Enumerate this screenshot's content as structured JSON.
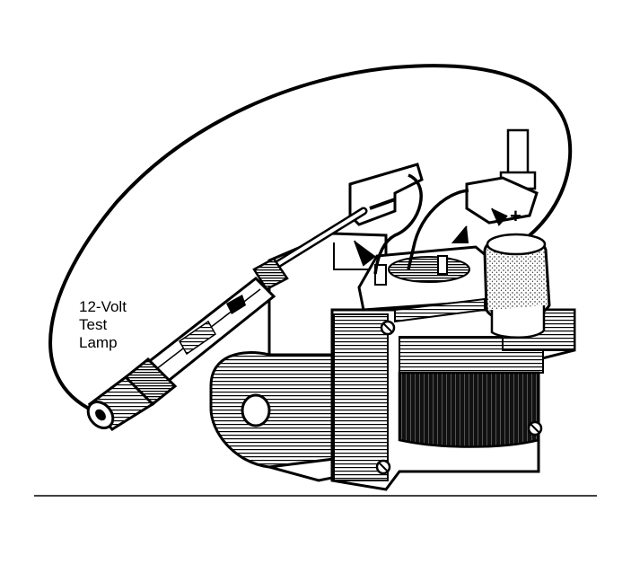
{
  "figure": {
    "callout": {
      "lines": [
        "12-Volt",
        "Test",
        "Lamp"
      ]
    },
    "polarity_mark": "+",
    "colors": {
      "ink": "#000000",
      "paper": "#ffffff"
    }
  }
}
